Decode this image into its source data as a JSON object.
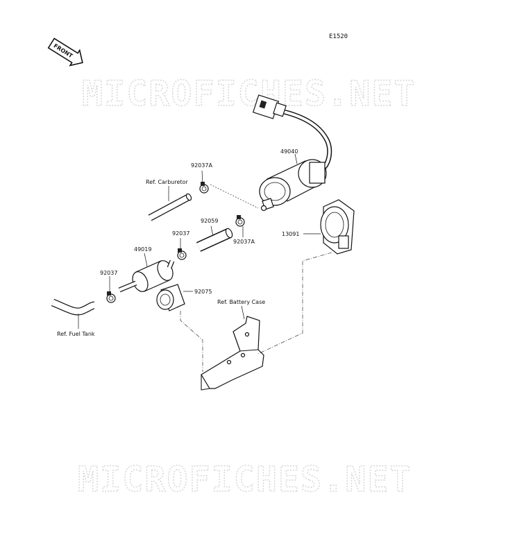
{
  "diagram_code": "E1520",
  "front_label": "FRONT",
  "watermark": "MICROFICHES.NET",
  "parts": {
    "p49040": "49040",
    "p92037a_top": "92037A",
    "ref_carburetor": "Ref. Carburetor",
    "p92059": "92059",
    "p92037a_mid": "92037A",
    "p13091": "13091",
    "p92037_mid": "92037",
    "p49019": "49019",
    "p92037_left": "92037",
    "p92075": "92075",
    "ref_battery_case": "Ref. Battery Case",
    "ref_fuel_tank": "Ref. Fuel Tank"
  }
}
